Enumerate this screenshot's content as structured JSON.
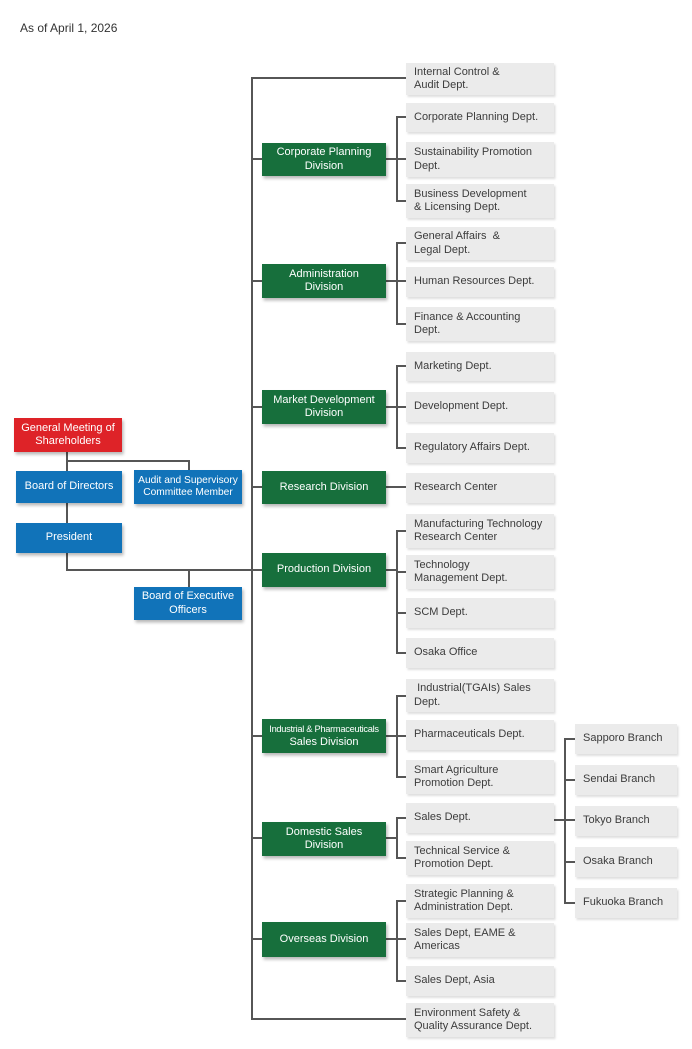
{
  "meta": {
    "as_of_label": "As of April 1, 2026"
  },
  "colors": {
    "governance_red": "#de2328",
    "governance_blue": "#1173b9",
    "division_green": "#176f3c",
    "department_gray": "#ebebeb",
    "connector_gray": "#565656"
  },
  "governance": {
    "general_meeting": "General Meeting of\nShareholders",
    "board_of_directors": "Board of Directors",
    "audit_committee": "Audit and Supervisory\nCommittee Member",
    "president": "President",
    "executive_officers": "Board of Executive\nOfficers"
  },
  "top_department": "Internal Control &\nAudit Dept.",
  "bottom_department": "Environment Safety &\nQuality Assurance Dept.",
  "divisions": [
    {
      "label": "Corporate Planning\nDivision",
      "departments": [
        "Corporate Planning Dept.",
        "Sustainability Promotion\nDept.",
        "Business Development\n& Licensing Dept."
      ]
    },
    {
      "label": "Administration\nDivision",
      "departments": [
        "General Affairs  &\nLegal Dept.",
        "Human Resources Dept.",
        "Finance & Accounting\nDept."
      ]
    },
    {
      "label": "Market Development\nDivision",
      "departments": [
        "Marketing Dept.",
        "Development Dept.",
        "Regulatory Affairs Dept."
      ]
    },
    {
      "label": "Research Division",
      "departments": [
        "Research Center"
      ]
    },
    {
      "label": "Production Division",
      "departments": [
        "Manufacturing Technology\nResearch Center",
        "Technology\nManagement Dept.",
        "SCM Dept.",
        "Osaka Office"
      ]
    },
    {
      "label": "Industrial & Pharmaceuticals\nSales Division",
      "departments": [
        " Industrial(TGAIs) Sales\nDept.",
        "Pharmaceuticals Dept.",
        "Smart Agriculture\nPromotion Dept."
      ]
    },
    {
      "label": "Domestic Sales\nDivision",
      "departments": [
        "Sales Dept.",
        "Technical Service &\nPromotion Dept."
      ]
    },
    {
      "label": "Overseas Division",
      "departments": [
        "Strategic Planning &\nAdministration Dept.",
        "Sales Dept, EAME &\nAmericas",
        "Sales Dept, Asia"
      ]
    }
  ],
  "branches": [
    "Sapporo Branch",
    "Sendai Branch",
    "Tokyo Branch",
    "Osaka Branch",
    "Fukuoka Branch"
  ]
}
